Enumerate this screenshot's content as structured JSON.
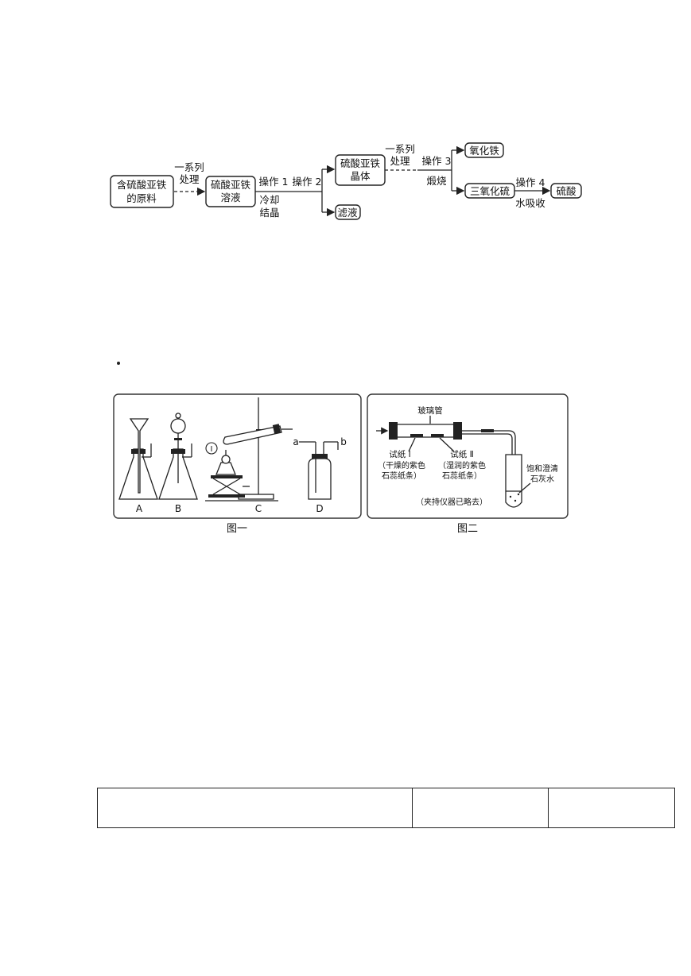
{
  "flowchart": {
    "start": [
      "含硫酸亚铁",
      "的原料"
    ],
    "step1_label": [
      "一系列",
      "处理"
    ],
    "solution": [
      "硫酸亚铁",
      "溶液"
    ],
    "op1": "操作 1",
    "op1_sub": [
      "冷却",
      "结晶"
    ],
    "op2": "操作 2",
    "crystal": [
      "硫酸亚铁",
      "晶体"
    ],
    "filtrate": "滤液",
    "step3_label": [
      "一系列",
      "处理"
    ],
    "op3": "操作 3",
    "op3_sub": "煅烧",
    "iron_oxide": "氧化铁",
    "so3": "三氧化硫",
    "op4": "操作 4",
    "op4_sub": "水吸收",
    "acid": "硫酸"
  },
  "figure1": {
    "labels": [
      "A",
      "B",
      "C",
      "D"
    ],
    "marker": "Ⅰ",
    "port_a": "a",
    "port_b": "b",
    "caption": "图一"
  },
  "figure2": {
    "tube": "玻璃管",
    "paper1": "试纸 Ⅰ",
    "paper1_desc": [
      "（干燥的紫色",
      "石蕊纸条）"
    ],
    "paper2": "试纸 Ⅱ",
    "paper2_desc": [
      "（湿润的紫色",
      "石蕊纸条）"
    ],
    "limewater": [
      "饱和澄清",
      "石灰水"
    ],
    "note": "（夹持仪器已略去）",
    "caption": "图二"
  }
}
